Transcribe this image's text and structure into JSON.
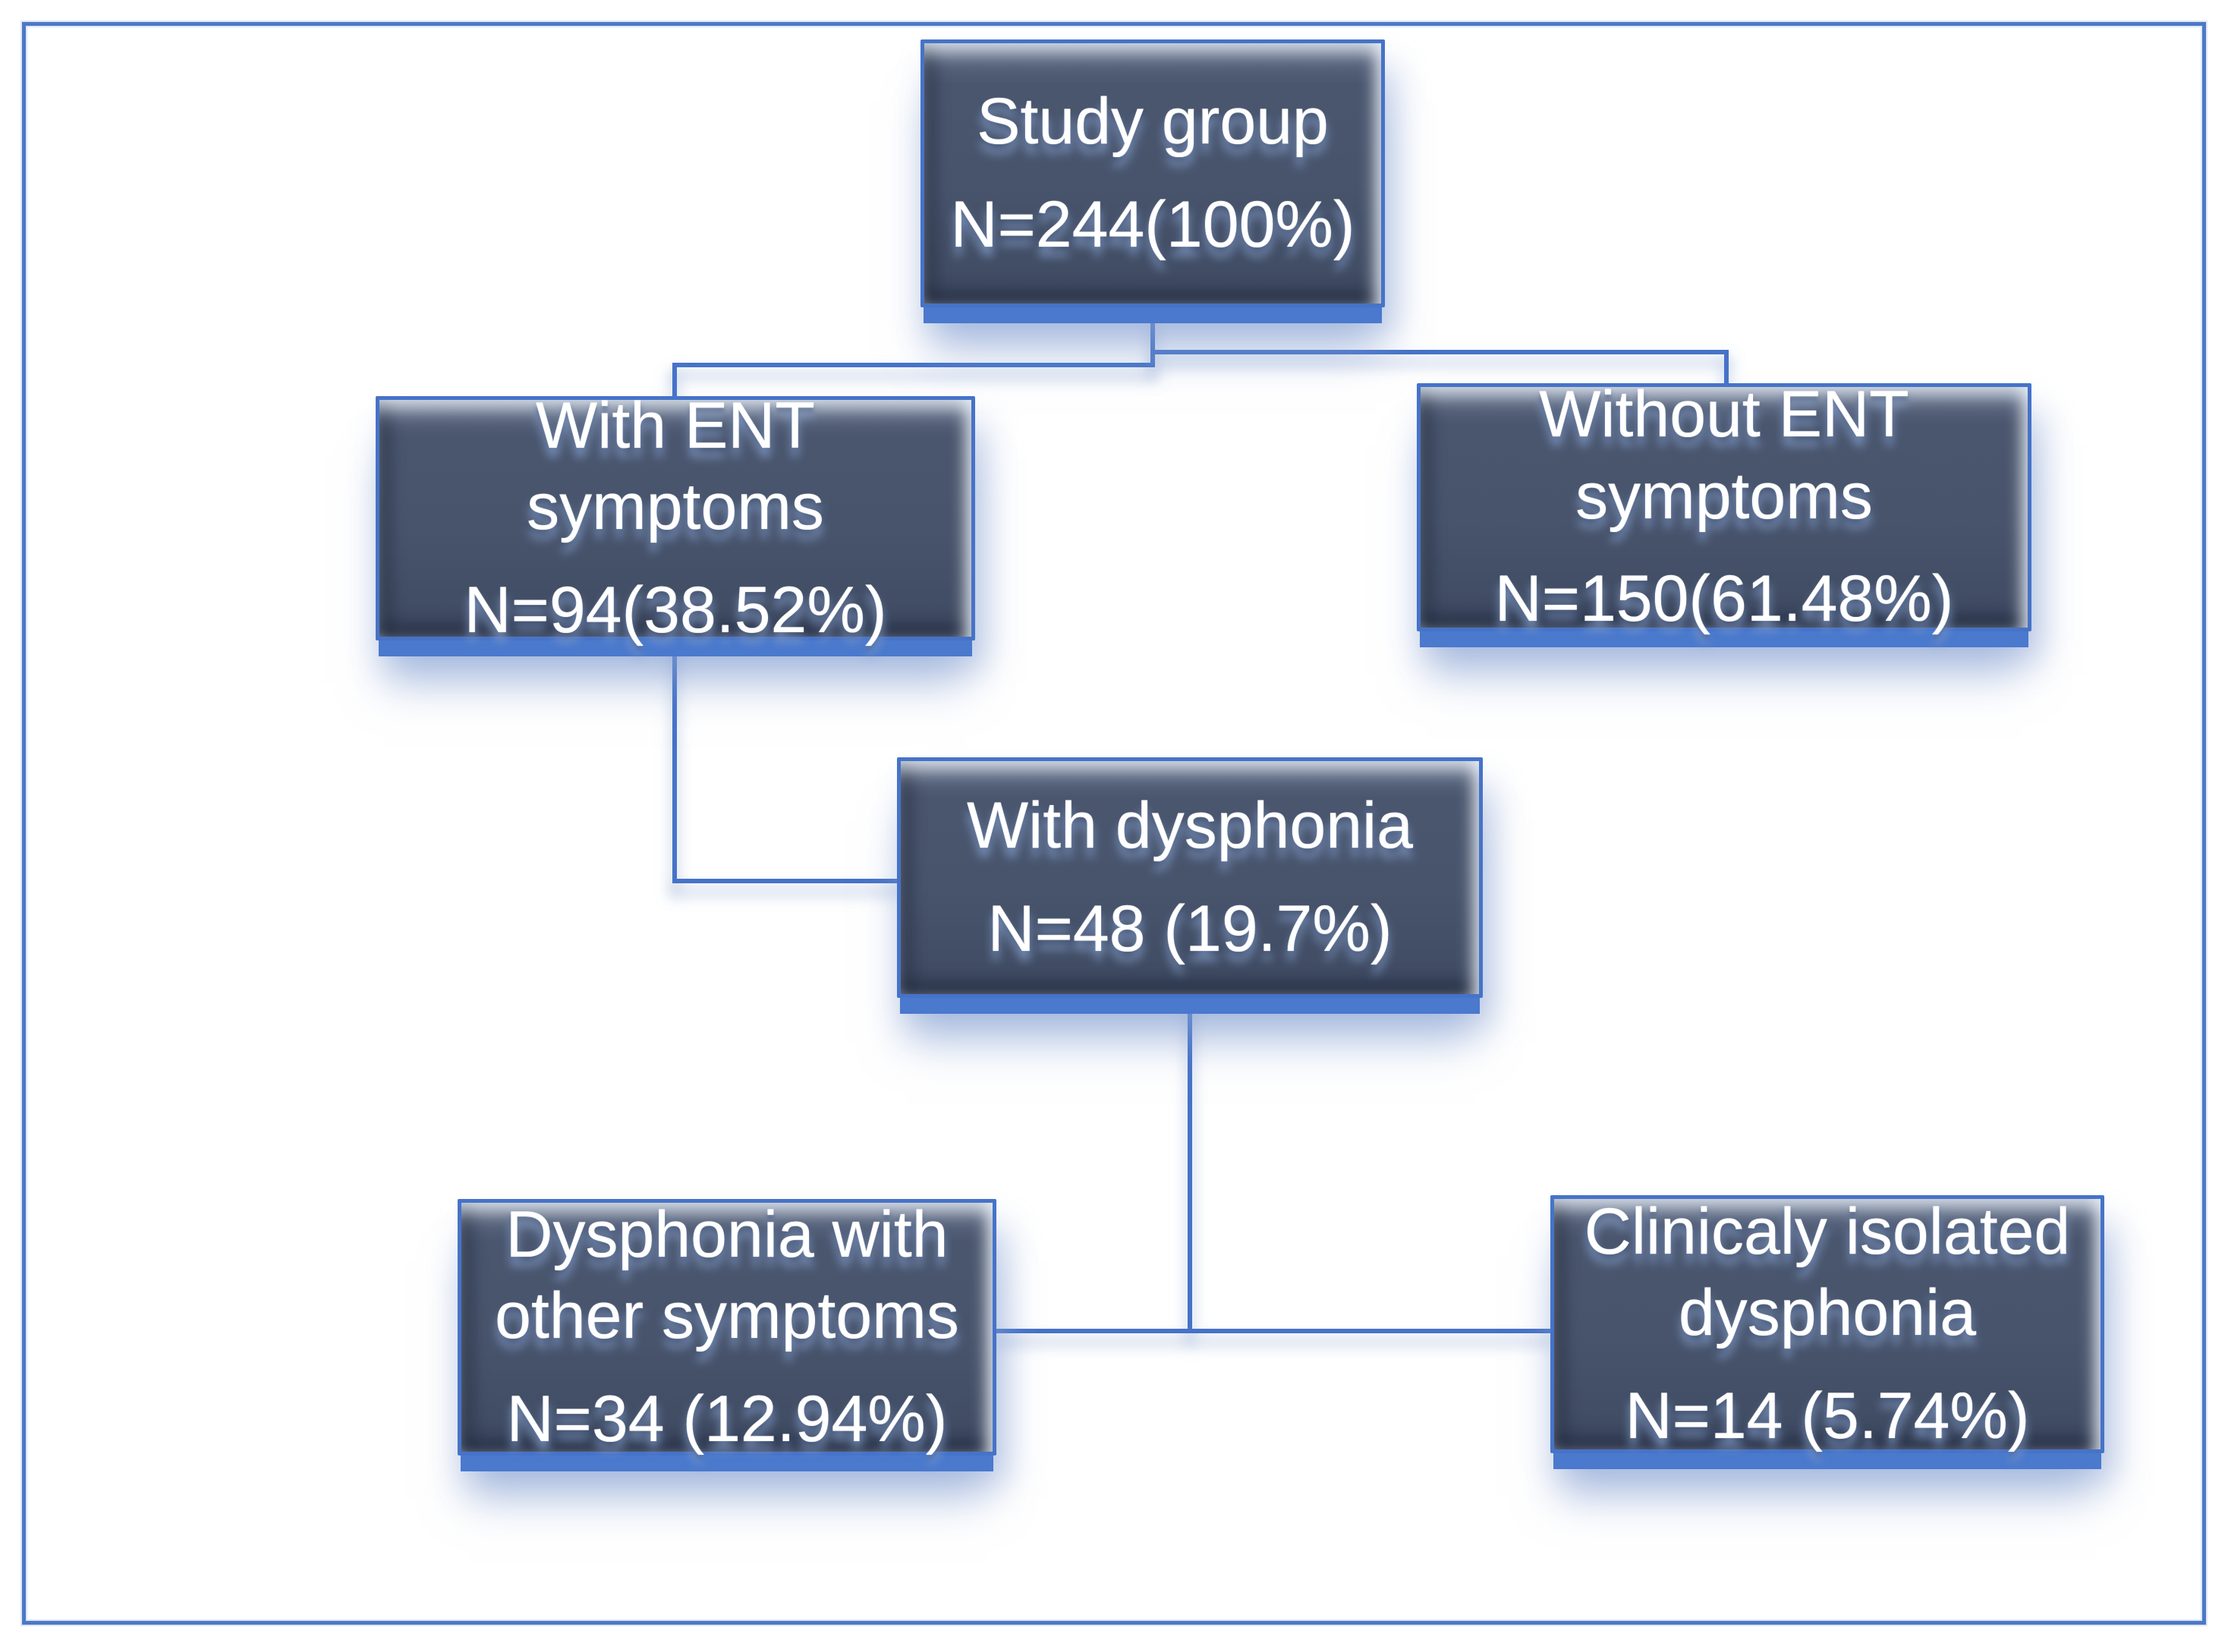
{
  "palette": {
    "background": "#ffffff",
    "frame_border": "#4d79c6",
    "node_fill": "#48546c",
    "node_border": "#4673c8",
    "node_bottom_band": "#4a79cd",
    "connector": "#4673c8",
    "text": "#ffffff",
    "text_shadow": "#859ec9"
  },
  "nodes": {
    "study": {
      "line1": "Study group",
      "value": "N=244(100%)"
    },
    "with_ent": {
      "line1": "With ENT",
      "line2": "symptoms",
      "value": "N=94(38.52%)"
    },
    "without_ent": {
      "line1": "Without ENT",
      "line2": "symptoms",
      "value": "N=150(61.48%)"
    },
    "with_dysphonia": {
      "line1": "With dysphonia",
      "value": "N=48 (19.7%)"
    },
    "dysphonia_other": {
      "line1": "Dysphonia with",
      "line2": "other symptoms",
      "value": "N=34 (12.94%)"
    },
    "isolated": {
      "line1": "Clinicaly isolated",
      "line2": "dysphonia",
      "value": "N=14 (5.74%)"
    }
  },
  "edges": [
    {
      "from": "study",
      "to": "with_ent"
    },
    {
      "from": "study",
      "to": "without_ent"
    },
    {
      "from": "with_ent",
      "to": "with_dysphonia"
    },
    {
      "from": "with_dysphonia",
      "to": "dysphonia_other"
    },
    {
      "from": "with_dysphonia",
      "to": "isolated"
    }
  ]
}
